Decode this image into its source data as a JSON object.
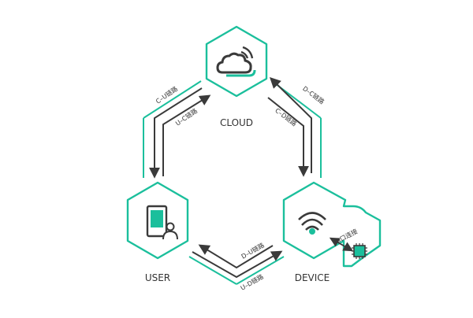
{
  "colors": {
    "accent": "#1bbf9c",
    "dark": "#3a3a3a",
    "text": "#333333",
    "background": "#ffffff"
  },
  "nodes": {
    "cloud": {
      "label": "CLOUD",
      "icon": "cloud-wifi-icon"
    },
    "user": {
      "label": "USER",
      "icon": "tablet-user-icon"
    },
    "device": {
      "label": "DEVICE",
      "icon": "wifi-device-icon"
    },
    "chip": {
      "icon": "chip-icon"
    }
  },
  "links": {
    "c_u": "C–U链路",
    "u_c": "U–C链路",
    "d_c": "D–C链路",
    "c_d": "C–D链路",
    "d_u": "D–U链路",
    "u_d": "U–D链路",
    "serial": "串口连接"
  }
}
